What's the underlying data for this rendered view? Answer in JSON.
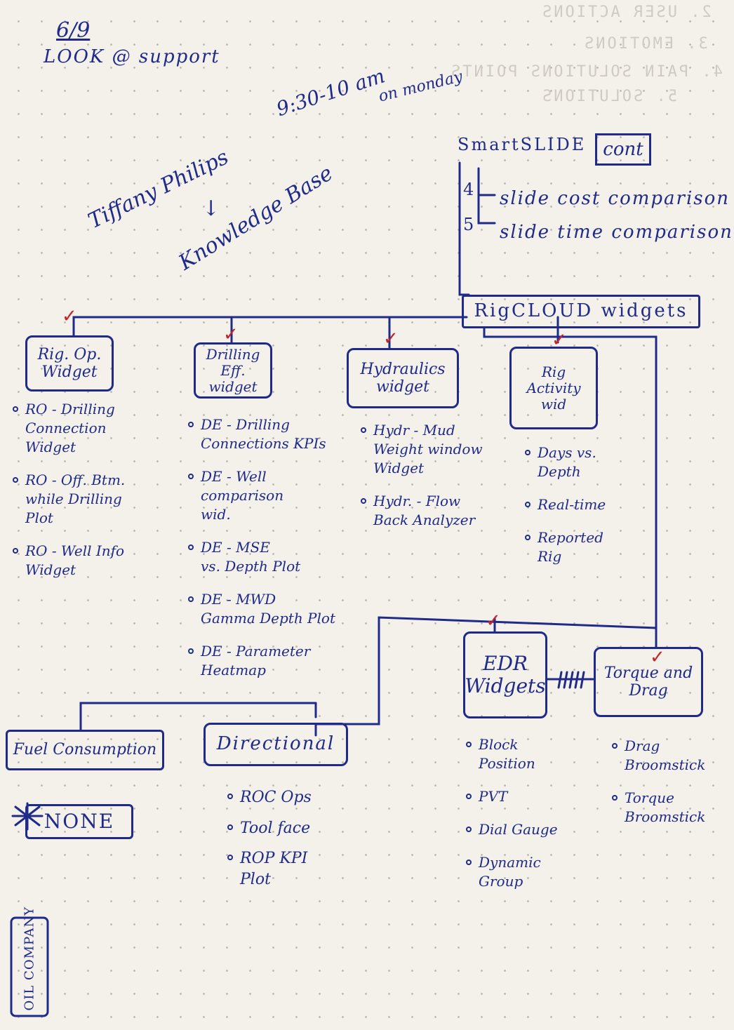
{
  "ghost_text": [
    "2. USER ACTIONS",
    "3. EMOTIONS",
    "4. PAIN  SOLUTIONS POINTS",
    "5. SOLUTIONS"
  ],
  "header": {
    "date": "6/9",
    "note": "LOOK @ support",
    "time": "9:30-10 am",
    "day": "on monday",
    "contact": "Tiffany Philips",
    "arrow": "↓",
    "resource": "Knowledge Base"
  },
  "smartslide": {
    "title": "SmartSLIDE",
    "tag": "cont",
    "items": [
      {
        "num": "4",
        "label": "slide cost comparison"
      },
      {
        "num": "5",
        "label": "slide time comparison"
      }
    ]
  },
  "rigcloud": {
    "label": "RigCLOUD widgets"
  },
  "widgets": {
    "rig_ops": {
      "label": "Rig. Op. Widget",
      "items": [
        "RO - Drilling\nConnection\nWidget",
        "RO - Off. Btm.\nwhile Drilling\nPlot",
        "RO - Well Info\nWidget"
      ]
    },
    "drilling_eff": {
      "label": "Drilling Eff. widget",
      "items": [
        "DE - Drilling\nConnections KPIs",
        "DE - Well\ncomparison\nwid.",
        "DE - MSE\nvs. Depth Plot",
        "DE - MWD\nGamma Depth Plot",
        "DE - Parameter\nHeatmap"
      ]
    },
    "hydraulics": {
      "label": "Hydraulics widget",
      "items": [
        "Hydr - Mud\nWeight window\nWidget",
        "Hydr. - Flow\nBack Analyzer"
      ]
    },
    "rig_activity": {
      "label": "Rig Activity wid",
      "items": [
        "Days vs.\nDepth",
        "Real-time",
        "Reported\nRig"
      ]
    },
    "edr": {
      "label": "EDR Widgets",
      "items": [
        "Block\nPosition",
        "PVT",
        "Dial Gauge",
        "Dynamic\nGroup"
      ]
    },
    "torque_drag": {
      "label": "Torque and Drag",
      "items": [
        "Drag\nBroomstick",
        "Torque\nBroomstick"
      ]
    },
    "fuel": {
      "label": "Fuel Consumption",
      "none": "NONE"
    },
    "directional": {
      "label": "Directional",
      "items": [
        "ROC Ops",
        "Tool face",
        "ROP KPI\nPlot"
      ]
    }
  },
  "margin_note": "OIL COMPANY",
  "check_mark": "✓",
  "colors": {
    "ink": "#1f2a8a",
    "check": "#c4242b",
    "paper": "#f3f1ea"
  }
}
